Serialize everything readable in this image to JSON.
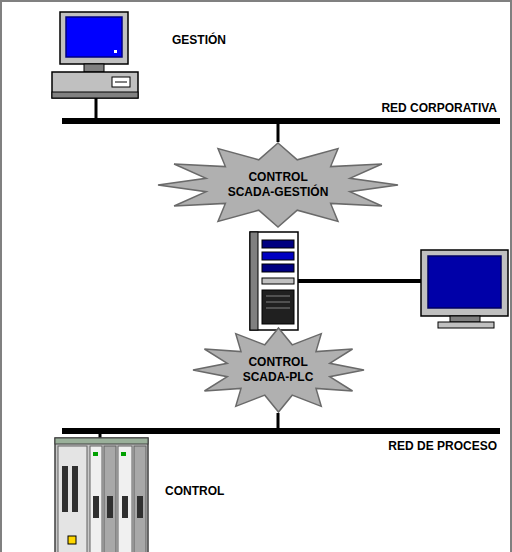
{
  "diagram": {
    "nodes": [
      {
        "text": [
          "RED CORPORATIVA"
        ]
      },
      {
        "text": [
          "CONTROL SCADA-GESTIÓN"
        ]
      },
      {
        "text": [
          "CONTROL SCADA-PLC"
        ]
      },
      {
        "text": [
          "RED DE PROCESO"
        ]
      }
    ],
    "edges": [
      {
        "from": 0,
        "to": 1,
        "arrow": "none"
      },
      {
        "from": 2,
        "to": 3,
        "arrow": "none"
      }
    ],
    "labels": [
      "GESTIÓN",
      "CONTROL"
    ]
  }
}
